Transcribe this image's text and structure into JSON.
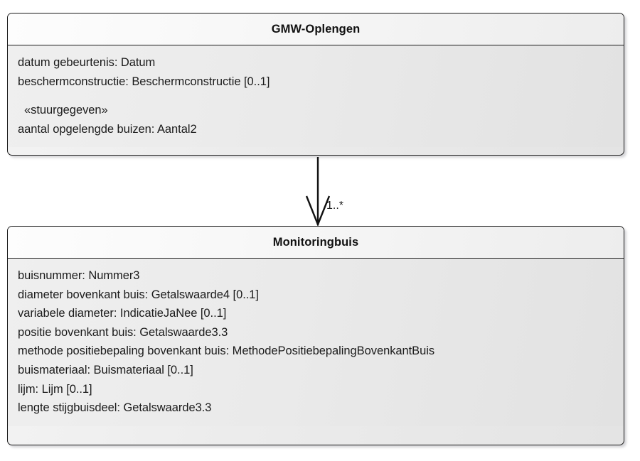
{
  "diagram": {
    "type": "uml-class-diagram",
    "background_color": "#ffffff",
    "border_color": "#1a1a1a",
    "header_fill": "#f8f8f8",
    "body_fill": "#eaeaea"
  },
  "classes": [
    {
      "name": "GMW-Oplengen",
      "attributes": [
        {
          "text": "datum gebeurtenis: Datum",
          "kind": "attribute"
        },
        {
          "text": "beschermconstructie: Beschermconstructie [0..1]",
          "kind": "attribute"
        },
        {
          "text": "«stuurgegeven»",
          "kind": "stereotype"
        },
        {
          "text": "aantal opgelengde buizen: Aantal2",
          "kind": "attribute"
        }
      ]
    },
    {
      "name": "Monitoringbuis",
      "attributes": [
        {
          "text": "buisnummer: Nummer3",
          "kind": "attribute"
        },
        {
          "text": "diameter bovenkant buis: Getalswaarde4 [0..1]",
          "kind": "attribute"
        },
        {
          "text": "variabele diameter: IndicatieJaNee [0..1]",
          "kind": "attribute"
        },
        {
          "text": "positie bovenkant buis: Getalswaarde3.3",
          "kind": "attribute"
        },
        {
          "text": "methode positiebepaling bovenkant buis: MethodePositiebepalingBovenkantBuis",
          "kind": "attribute"
        },
        {
          "text": "buismateriaal: Buismateriaal [0..1]",
          "kind": "attribute"
        },
        {
          "text": "lijm: Lijm [0..1]",
          "kind": "attribute"
        },
        {
          "text": "lengte stijgbuisdeel: Getalswaarde3.3",
          "kind": "attribute"
        }
      ]
    }
  ],
  "relationship": {
    "kind": "composition-arrow",
    "source": "GMW-Oplengen",
    "target": "Monitoringbuis",
    "target_multiplicity": "1..*",
    "arrowhead": "open"
  }
}
